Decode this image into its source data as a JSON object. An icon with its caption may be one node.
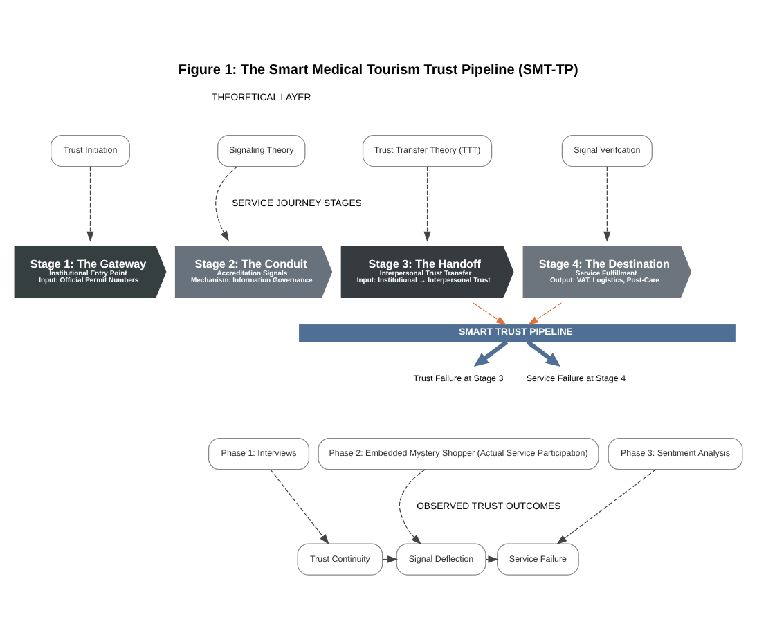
{
  "diagram": {
    "title": "Figure 1: The Smart Medical Tourism Trust Pipeline (SMT-TP)",
    "nodes": [
      {
        "text": [
          "Trust Initiation"
        ]
      },
      {
        "text": [
          "Signaling Theory"
        ]
      },
      {
        "text": [
          "Trust Transfer Theory (TTT)"
        ]
      },
      {
        "text": [
          "Signal Verifcation"
        ]
      },
      {
        "text": [
          "Stage 1: The Gateway",
          "Institutional Entry Point",
          "Input: Official Permit Numbers"
        ]
      },
      {
        "text": [
          "Stage 2: The Conduit",
          "Accreditation Signals",
          "Mechanism: Information Governance"
        ]
      },
      {
        "text": [
          "Stage 3: The Handoff",
          "Interpersonal Trust Transfer",
          "Input: Institutional → Interpersonal Trust"
        ]
      },
      {
        "text": [
          "Stage 4: The Destination",
          "Service Fulfillment",
          "Output: VAT, Logistics, Post-Care"
        ]
      },
      {
        "text": [
          "SMART TRUST PIPELINE"
        ]
      },
      {
        "text": [
          "Trust Failure at Stage 3"
        ]
      },
      {
        "text": [
          "Service Failure at Stage 4"
        ]
      },
      {
        "text": [
          "Phase 1: Interviews"
        ]
      },
      {
        "text": [
          "Phase 2: Embedded Mystery Shopper (Actual Service Participation)"
        ]
      },
      {
        "text": [
          "Phase 3: Sentiment Analysis"
        ]
      },
      {
        "text": [
          "Trust Continuity"
        ]
      },
      {
        "text": [
          "Signal Deflection"
        ]
      },
      {
        "text": [
          "Service Failure"
        ]
      }
    ],
    "edges": [
      {
        "from": 0,
        "to": 4,
        "arrow": "to",
        "style": "dashed"
      },
      {
        "from": 1,
        "to": 5,
        "arrow": "to",
        "style": "dashed"
      },
      {
        "from": 2,
        "to": 6,
        "arrow": "to",
        "style": "dashed"
      },
      {
        "from": 3,
        "to": 7,
        "arrow": "to",
        "style": "dashed"
      },
      {
        "from": 6,
        "to": 8,
        "arrow": "to",
        "style": "dashed",
        "color": "#e0703a"
      },
      {
        "from": 7,
        "to": 8,
        "arrow": "to",
        "style": "dashed",
        "color": "#e0703a"
      },
      {
        "from": 8,
        "to": 9,
        "arrow": "to",
        "style": "thick",
        "color": "#4f6f94"
      },
      {
        "from": 8,
        "to": 10,
        "arrow": "to",
        "style": "thick",
        "color": "#4f6f94"
      },
      {
        "from": 11,
        "to": 14,
        "arrow": "to",
        "style": "dashed"
      },
      {
        "from": 12,
        "to": 15,
        "arrow": "to",
        "style": "dashed"
      },
      {
        "from": 13,
        "to": 16,
        "arrow": "to",
        "style": "dashed"
      },
      {
        "from": 14,
        "to": 15,
        "arrow": "to",
        "style": "dashed"
      },
      {
        "from": 15,
        "to": 16,
        "arrow": "to",
        "style": "dashed"
      }
    ],
    "labels": [
      "THEORETICAL LAYER",
      "SERVICE JOURNEY STAGES",
      "OBSERVED TRUST OUTCOMES"
    ]
  }
}
